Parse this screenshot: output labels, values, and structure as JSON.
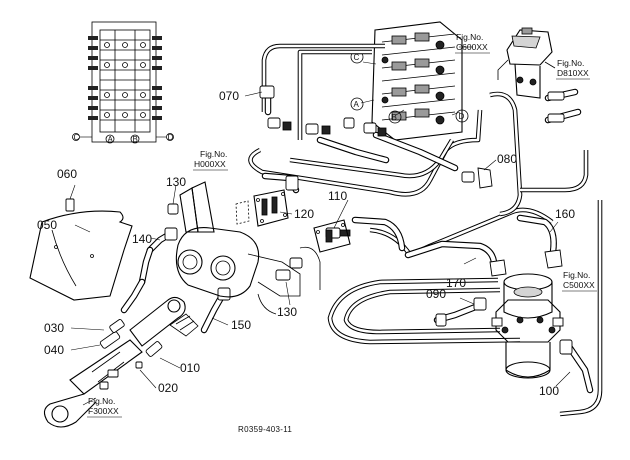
{
  "parts": [
    {
      "key": "p010",
      "number": "010"
    },
    {
      "key": "p020",
      "number": "020"
    },
    {
      "key": "p030",
      "number": "030"
    },
    {
      "key": "p040",
      "number": "040"
    },
    {
      "key": "p050",
      "number": "050"
    },
    {
      "key": "p060",
      "number": "060"
    },
    {
      "key": "p070",
      "number": "070"
    },
    {
      "key": "p080",
      "number": "080"
    },
    {
      "key": "p090",
      "number": "090"
    },
    {
      "key": "p100",
      "number": "100"
    },
    {
      "key": "p110",
      "number": "110"
    },
    {
      "key": "p120",
      "number": "120"
    },
    {
      "key": "p130a",
      "number": "130"
    },
    {
      "key": "p130b",
      "number": "130"
    },
    {
      "key": "p140",
      "number": "140"
    },
    {
      "key": "p150",
      "number": "150"
    },
    {
      "key": "p160",
      "number": "160"
    },
    {
      "key": "p170",
      "number": "170"
    }
  ],
  "figure_refs": [
    {
      "key": "c600",
      "line1": "Fig.No.",
      "line2": "C600XX"
    },
    {
      "key": "d810",
      "line1": "Fig.No.",
      "line2": "D810XX"
    },
    {
      "key": "h000",
      "line1": "Fig.No.",
      "line2": "H000XX"
    },
    {
      "key": "c500",
      "line1": "Fig.No.",
      "line2": "C500XX"
    },
    {
      "key": "f300",
      "line1": "Fig.No.",
      "line2": "F300XX"
    }
  ],
  "port_markers": [
    "A",
    "B",
    "C",
    "D"
  ],
  "inset_markers": [
    "C",
    "A",
    "B",
    "D"
  ],
  "drawing_code": "R0359-403-11"
}
